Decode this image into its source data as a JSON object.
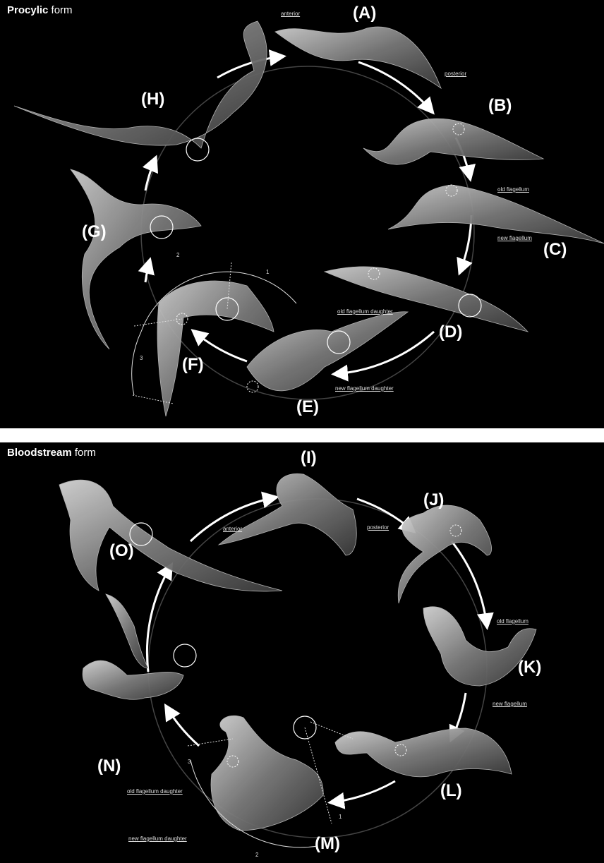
{
  "procyclic": {
    "title_bold": "Procylic",
    "title_rest": " form",
    "stages": [
      "(A)",
      "(B)",
      "(C)",
      "(D)",
      "(E)",
      "(F)",
      "(G)",
      "(H)"
    ],
    "notes": {
      "anterior": "anterior",
      "posterior": "posterior",
      "old_flagellum": "old flagellum",
      "new_flagellum": "new flagellum",
      "old_daughter": "old flagellum daughter",
      "new_daughter": "new flagellum daughter"
    },
    "numbers": [
      "1",
      "2",
      "3"
    ]
  },
  "bloodstream": {
    "title_bold": "Bloodstream",
    "title_rest": " form",
    "stages": [
      "(I)",
      "(J)",
      "(K)",
      "(L)",
      "(M)",
      "(N)",
      "(O)"
    ],
    "notes": {
      "anterior": "anterior",
      "posterior": "posterior",
      "old_flagellum": "old flagellum",
      "new_flagellum": "new flagellum",
      "old_daughter": "old flagellum daughter",
      "new_daughter": "new flagellum daughter"
    },
    "numbers": [
      "1",
      "2",
      "3"
    ]
  },
  "colors": {
    "background": "#000000",
    "cell": "#9a9a9a",
    "label": "#ffffff"
  }
}
